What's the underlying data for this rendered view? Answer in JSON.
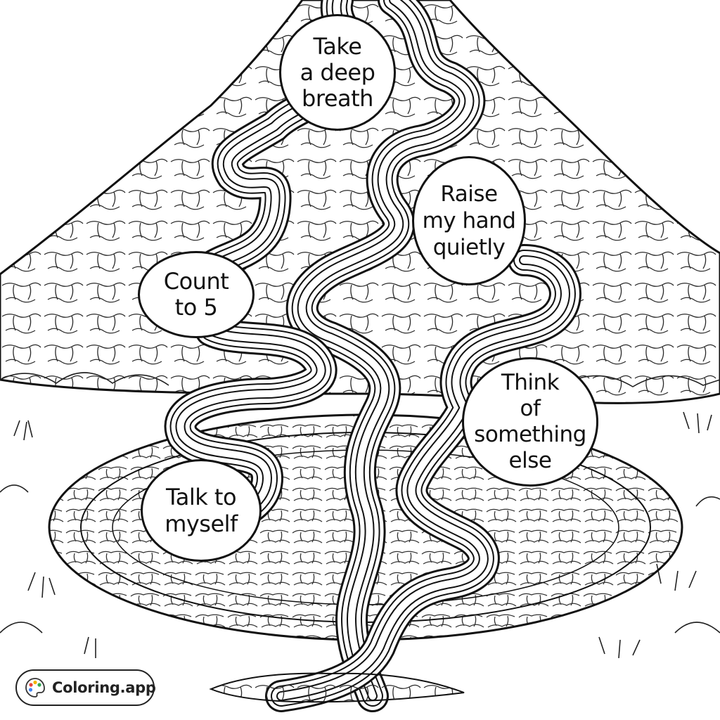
{
  "bubbles": {
    "take_breath": [
      "Take",
      "a deep",
      "breath"
    ],
    "raise_hand": [
      "Raise",
      "my hand",
      "quietly"
    ],
    "count": [
      "Count",
      "to 5"
    ],
    "think": [
      "Think",
      "of",
      "something",
      "else"
    ],
    "talk": [
      "Talk to",
      "myself"
    ]
  },
  "watermark": {
    "text": "Coloring.app",
    "icon": "palette-icon"
  },
  "colors": {
    "ink": "#111111",
    "paper": "#ffffff"
  }
}
